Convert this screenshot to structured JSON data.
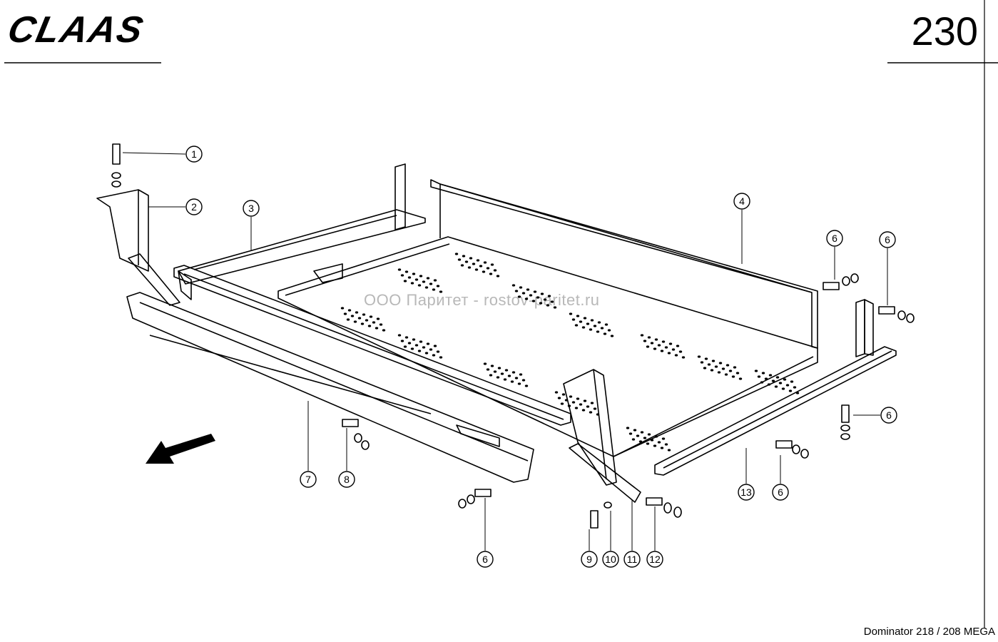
{
  "header": {
    "brand": "CLAAS",
    "page_number": "230"
  },
  "footer": {
    "model": "Dominator 218 / 208 MEGA"
  },
  "watermark": "ООО Паритет - rostov-paritet.ru",
  "callouts": [
    "1",
    "2",
    "3",
    "4",
    "6",
    "6",
    "6",
    "6",
    "6",
    "7",
    "8",
    "9",
    "10",
    "11",
    "12",
    "13"
  ],
  "icons": {
    "direction": "arrow-direction-icon"
  }
}
